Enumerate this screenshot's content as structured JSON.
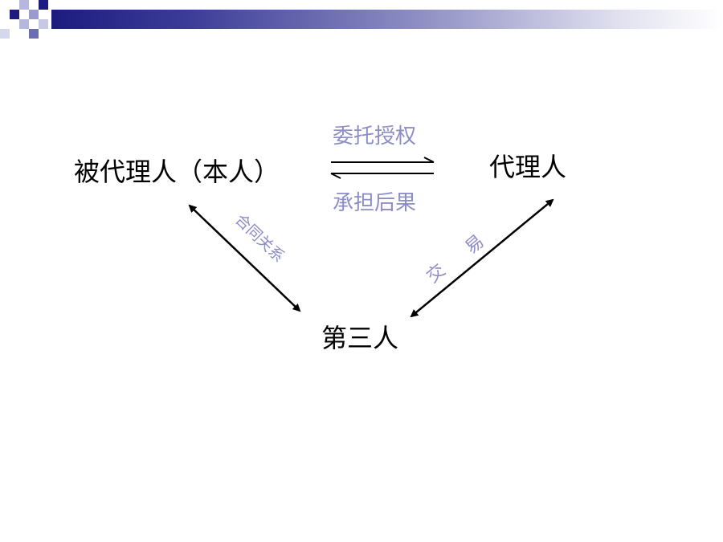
{
  "colors": {
    "accent": "#8d8dc6",
    "nav_dark": "#1c1c80",
    "nav_light": "#9a9ad0",
    "arrow": "#000000"
  },
  "nodes": {
    "principal": "被代理人（本人）",
    "agent": "代理人",
    "third_party": "第三人"
  },
  "relations": {
    "authorize": "委托授权",
    "consequence": "承担后果",
    "contract": "合同关系",
    "transaction_1": "交",
    "transaction_2": "易"
  }
}
